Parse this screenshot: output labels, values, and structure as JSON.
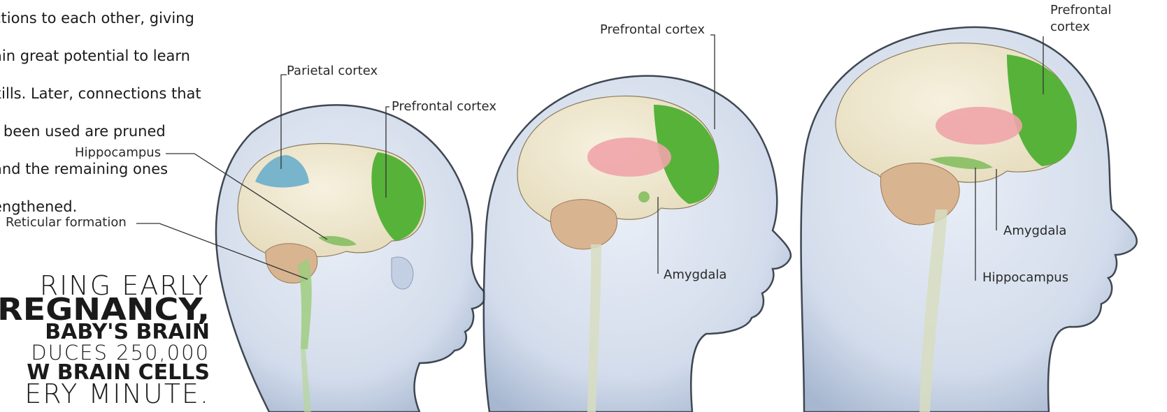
{
  "intro_text": [
    "ctions to each other, giving",
    "ain great potential to learn",
    "kills. Later, connections that",
    "t been used are pruned",
    "and the remaining ones",
    "engthened."
  ],
  "fact": {
    "line1": "RING EARLY",
    "line2": "REGNANCY,",
    "line3": "BABY'S BRAIN",
    "line4": "DUCES 250,000",
    "line5": "W BRAIN CELLS",
    "line6": "ERY MINUTE."
  },
  "head1": {
    "parietal": "Parietal cortex",
    "prefrontal": "Prefrontal cortex",
    "hippocampus": "Hippocampus",
    "reticular": "Reticular formation"
  },
  "head2": {
    "prefrontal": "Prefrontal cortex",
    "amygdala": "Amygdala"
  },
  "head3": {
    "prefrontal_line1": "Prefrontal",
    "prefrontal_line2": "cortex",
    "amygdala": "Amygdala",
    "hippocampus": "Hippocampus"
  },
  "colors": {
    "head_fill": "#cdd8ea",
    "head_edge": "#2b3440",
    "brain": "#f1ead2",
    "prefrontal": "#57b23a",
    "parietal": "#6aaecb",
    "limbic": "#f0a4a8",
    "cerebellum": "#d8b491",
    "hippocampus_green": "#8fc26a",
    "leader": "#333333"
  }
}
